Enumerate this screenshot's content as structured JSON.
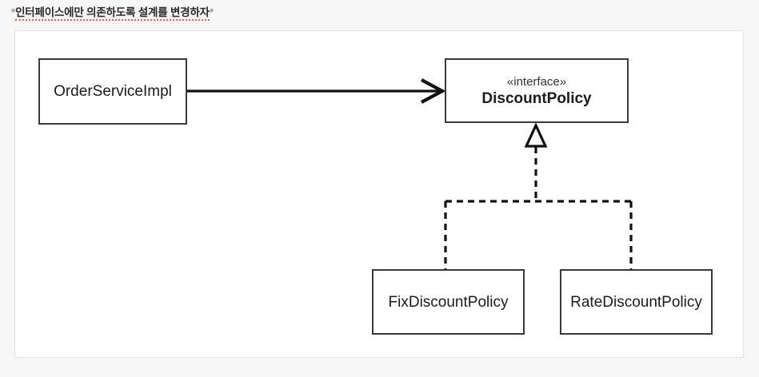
{
  "heading": {
    "prefix_asterisk": "*",
    "text": "인터페이스에만 의존하도록 설계를 변경하자",
    "suffix_asterisk": "*",
    "underline_color": "#e35d5d",
    "text_color": "#2a2a2a"
  },
  "card": {
    "background": "#ffffff",
    "border_color": "#e3e3e3"
  },
  "page": {
    "background": "#f6f6f6"
  },
  "diagram": {
    "type": "uml-class-diagram",
    "stroke_color": "#3a3a3a",
    "classes": [
      {
        "id": "order-service-impl",
        "name": "OrderServiceImpl",
        "stereotype": "",
        "bold": false
      },
      {
        "id": "discount-policy",
        "name": "DiscountPolicy",
        "stereotype": "«interface»",
        "bold": true
      },
      {
        "id": "fix-discount-policy",
        "name": "FixDiscountPolicy",
        "stereotype": "",
        "bold": false
      },
      {
        "id": "rate-discount-policy",
        "name": "RateDiscountPolicy",
        "stereotype": "",
        "bold": false
      }
    ],
    "relations": [
      {
        "id": "dependency-order-to-discount",
        "from": "order-service-impl",
        "to": "discount-policy",
        "style": "solid",
        "arrow": "open-arrow",
        "label": ""
      },
      {
        "id": "realization-fix-to-discount",
        "from": "fix-discount-policy",
        "to": "discount-policy",
        "style": "dashed",
        "arrow": "hollow-triangle",
        "label": ""
      },
      {
        "id": "realization-rate-to-discount",
        "from": "rate-discount-policy",
        "to": "discount-policy",
        "style": "dashed",
        "arrow": "hollow-triangle",
        "label": ""
      }
    ]
  }
}
